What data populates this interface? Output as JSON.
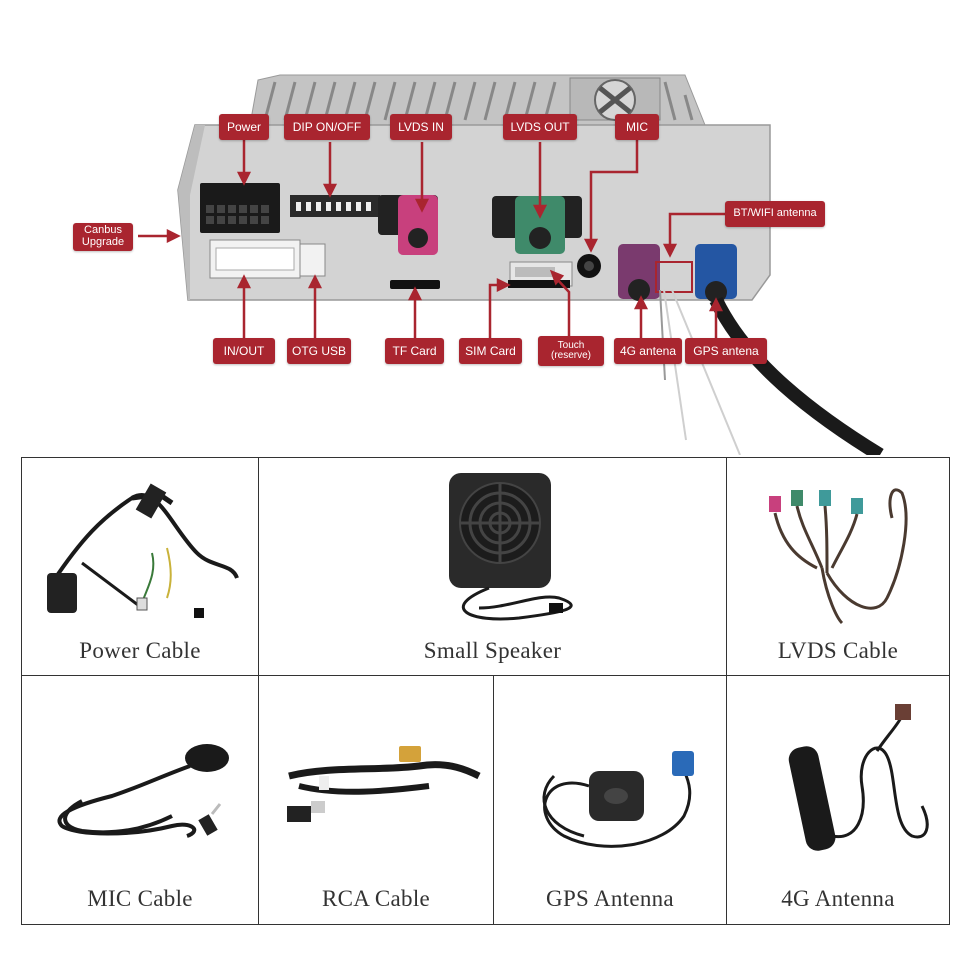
{
  "callouts": {
    "power": "Power",
    "dip": "DIP ON/OFF",
    "lvds_in": "LVDS IN",
    "lvds_out": "LVDS OUT",
    "mic": "MIC",
    "bt_wifi": "BT/WIFI antenna",
    "canbus_line1": "Canbus",
    "canbus_line2": "Upgrade",
    "in_out": "IN/OUT",
    "otg_usb": "OTG USB",
    "tf_card": "TF Card",
    "sim_card": "SIM Card",
    "touch_line1": "Touch",
    "touch_line2": "(reserve)",
    "antenna_4g": "4G antena",
    "gps_antenna": "GPS antena"
  },
  "accessories": {
    "power_cable": "Power Cable",
    "small_speaker": "Small Speaker",
    "lvds_cable": "LVDS Cable",
    "mic_cable": "MIC Cable",
    "rca_cable": "RCA Cable",
    "gps_antenna": "GPS Antenna",
    "antenna_4g": "4G Antenna"
  },
  "colors": {
    "callout": "#a9252f",
    "housing": "#c9c9c9",
    "fakra_pink": "#c8407d",
    "fakra_green": "#3f8a6a",
    "fakra_violet": "#7a3a6e",
    "fakra_blue": "#2456a3"
  }
}
